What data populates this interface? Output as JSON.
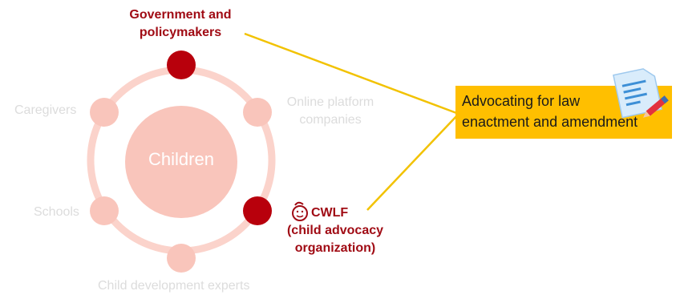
{
  "diagram": {
    "center": "Children",
    "nodes": {
      "government": [
        "Government and",
        "policymakers"
      ],
      "online_platform": [
        "Online platform",
        "companies"
      ],
      "caregivers": "Caregivers",
      "schools": "Schools",
      "child_dev": "Child development experts",
      "cwlf": [
        "CWLF",
        "(child advocacy",
        "organization)"
      ]
    },
    "callout": {
      "lines": [
        "Advocating for law",
        "enactment and amendment"
      ]
    },
    "colors": {
      "ring": "#fbd3cb",
      "node_faded": "#f9c5bb",
      "node_highlight": "#b8000c",
      "text_highlight": "#a00b14",
      "text_faded": "#dcdcdc",
      "connector": "#f2c200",
      "callout_bg": "#ffbf00"
    },
    "icons": [
      "document-pencil-icon",
      "child-face-icon"
    ]
  }
}
